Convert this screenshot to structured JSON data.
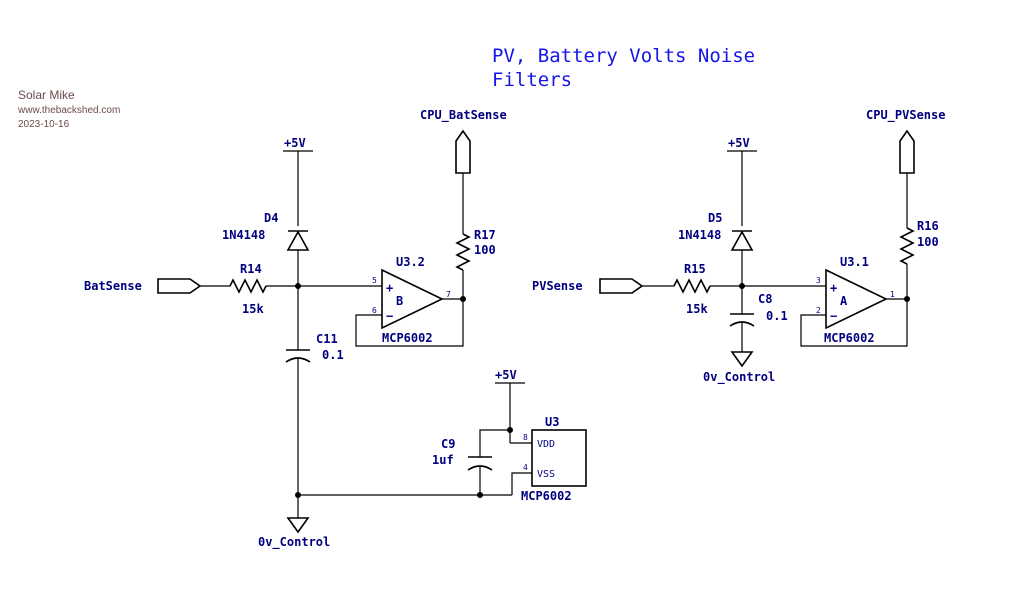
{
  "meta": {
    "author": "Solar Mike",
    "site": "www.thebackshed.com",
    "date": "2023-10-16"
  },
  "title": {
    "line1": "PV, Battery Volts Noise",
    "line2": "Filters"
  },
  "colors": {
    "title": "#1515e6",
    "labels": "#000080",
    "meta": "#6e4a4a",
    "wire": "#000000"
  },
  "left": {
    "supply": "+5V",
    "input": "BatSense",
    "output": "CPU_BatSense",
    "diode": {
      "ref": "D4",
      "value": "1N4148"
    },
    "resistor_in": {
      "ref": "R14",
      "value": "15k"
    },
    "resistor_out": {
      "ref": "R17",
      "value": "100"
    },
    "cap": {
      "ref": "C11",
      "value": "0.1"
    },
    "opamp": {
      "ref": "U3.2",
      "unit": "B",
      "part": "MCP6002",
      "pin_plus": "5",
      "pin_minus": "6",
      "pin_out": "7"
    },
    "ground": "0v_Control"
  },
  "right": {
    "supply": "+5V",
    "input": "PVSense",
    "output": "CPU_PVSense",
    "diode": {
      "ref": "D5",
      "value": "1N4148"
    },
    "resistor_in": {
      "ref": "R15",
      "value": "15k"
    },
    "resistor_out": {
      "ref": "R16",
      "value": "100"
    },
    "cap": {
      "ref": "C8",
      "value": "0.1"
    },
    "opamp": {
      "ref": "U3.1",
      "unit": "A",
      "part": "MCP6002",
      "pin_plus": "3",
      "pin_minus": "2",
      "pin_out": "1"
    },
    "ground": "0v_Control"
  },
  "power": {
    "supply": "+5V",
    "cap": {
      "ref": "C9",
      "value": "1uf"
    },
    "chip": {
      "ref": "U3",
      "part": "MCP6002",
      "pin_vdd": "VDD",
      "pin_vss": "VSS",
      "pin_vdd_num": "8",
      "pin_vss_num": "4"
    }
  },
  "symbols": {
    "plus": "+",
    "minus": "−"
  }
}
